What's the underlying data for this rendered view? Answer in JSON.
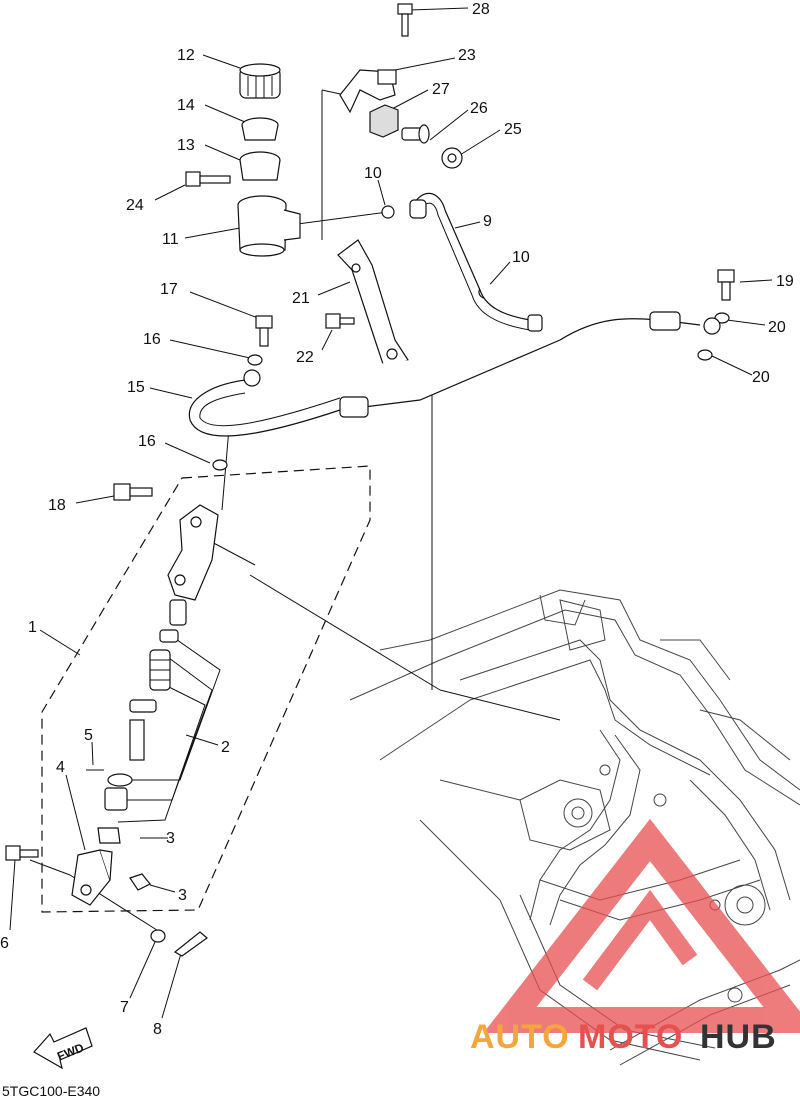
{
  "diagram": {
    "code": "5TGC100-E340",
    "fwd_label": "FWD",
    "callouts": [
      {
        "id": "c28",
        "label": "28"
      },
      {
        "id": "c23",
        "label": "23"
      },
      {
        "id": "c12",
        "label": "12"
      },
      {
        "id": "c27",
        "label": "27"
      },
      {
        "id": "c14",
        "label": "14"
      },
      {
        "id": "c26",
        "label": "26"
      },
      {
        "id": "c25",
        "label": "25"
      },
      {
        "id": "c13",
        "label": "13"
      },
      {
        "id": "c10a",
        "label": "10"
      },
      {
        "id": "c24",
        "label": "24"
      },
      {
        "id": "c9",
        "label": "9"
      },
      {
        "id": "c11",
        "label": "11"
      },
      {
        "id": "c10b",
        "label": "10"
      },
      {
        "id": "c19",
        "label": "19"
      },
      {
        "id": "c17",
        "label": "17"
      },
      {
        "id": "c21",
        "label": "21"
      },
      {
        "id": "c20a",
        "label": "20"
      },
      {
        "id": "c16a",
        "label": "16"
      },
      {
        "id": "c22",
        "label": "22"
      },
      {
        "id": "c20b",
        "label": "20"
      },
      {
        "id": "c15",
        "label": "15"
      },
      {
        "id": "c16b",
        "label": "16"
      },
      {
        "id": "c18",
        "label": "18"
      },
      {
        "id": "c1",
        "label": "1"
      },
      {
        "id": "c5",
        "label": "5"
      },
      {
        "id": "c2",
        "label": "2"
      },
      {
        "id": "c4",
        "label": "4"
      },
      {
        "id": "c3a",
        "label": "3"
      },
      {
        "id": "c3b",
        "label": "3"
      },
      {
        "id": "c6",
        "label": "6"
      },
      {
        "id": "c7",
        "label": "7"
      },
      {
        "id": "c8",
        "label": "8"
      }
    ]
  },
  "watermark": {
    "brand_part1": "AUTO",
    "brand_part2": "MOTO",
    "brand_part3": "HUB",
    "color_orange": "#f4a63c",
    "color_red": "#e85050",
    "color_dark": "#333333"
  }
}
